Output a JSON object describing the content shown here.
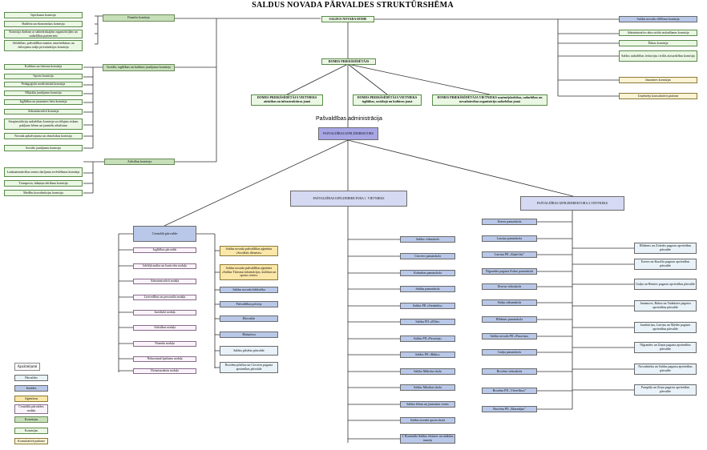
{
  "title": "SALDUS NOVADA   PĀRVALDES STRUKTŪRSHĒMA",
  "admin_label": "Pašvaldības administrācija",
  "top": {
    "dome": "SALDUS NOVADA DOME",
    "chair": "DOMES PRIEKŠSĒDĒTĀJS",
    "deputy1": "DOMES PRIEKŠSĒDĒTĀJA VIETNIEKS attīstības un infrastruktūras jomā",
    "deputy2": "DOMES PRIEKŠSĒDĒTĀJA VIETNIEKS izglītības, sociālajā un kultūras jomā",
    "deputy3": "DOMES PRIEKŠSĒDĒTĀJA VIETNIEKS uzņēmējdarbības, sadarbības un novadniecības organizāciju sadarbības jomā",
    "exec": "PAŠVALDĪBAS IZPILDDIREKTORS",
    "exec_dep1": "PAŠVALDĪBAS IZPILDDIREKTORA 1. VIETNIEKS",
    "exec_dep2": "PAŠVALDĪBAS IZPILDDIREKTORA 2.VIETNIEKS"
  },
  "committees": {
    "finance": "Finanšu komiteja",
    "social": "Sociālo, izglītības un kultūras jautājumu komiteja",
    "development": "Attīstības komiteja"
  },
  "finance_commissions": [
    "Iepirkumu komisija",
    "Budžeta un ekonomikas komisija",
    "Komisija darbam ar sabiedriskajām organizācijām un sadarbības partneriem",
    "Atlīdzības, pašvaldības mantas atsavināšanas un dzīvojamo māju privatizācijas komisija"
  ],
  "social_commissions": [
    "Kultūras un tūrisma komisija",
    "Sporta komisija",
    "Pedagoģiski medicīniskā komisija",
    "Mājokļu jautājumu komisija",
    "Izglītības un jaunatnes lietu komisija",
    "Administratīvā komisija",
    "Starpinstitūciju sadarbības komisija sociālajam riskam pakļauto bērnu un jauniešu atbalstam",
    "Novada apbalvojuma un zīmolsikas komisija",
    "Sociālo jautājumu komisija"
  ],
  "development_commissions": [
    "Lauksaimniecības zemes darījumu izvērtēšanas komisija",
    "Transporta, ūdeņiņu derīšana komisija",
    "Medību koordinācijas komisija"
  ],
  "right_commissions": [
    "Saldus novada vēlēšanu komisija",
    "Administratīvo aktu strīdu izskatīšanas komisija",
    "Ētikas komisija",
    "Saldus sadarbības teritorijas civilās aizsardzības komisija"
  ],
  "right_boards": [
    "Jaunatnes komisijas",
    "Uzņēmēju konsultatīvā padome"
  ],
  "left_col_head": "Centrālā pārvalde",
  "left_col": [
    "Izglītības pārvalde",
    "Iekšējā audita un kontroles nodaļa",
    "Administratīvā nodaļa",
    "Lietvedības un personāla nodaļa",
    "Juridiskā nodaļa",
    "Attīstības nodaļa",
    "Finanšu nodaļa",
    "Nekustamā īpašuma nodaļa",
    "Dzimtsarakstu nodaļa"
  ],
  "mid_col": [
    {
      "text": "Saldus novada pašvaldības aģentūra «Sociālais dienests»",
      "kind": "yellow"
    },
    {
      "text": "Saldus novada pašvaldības aģentūra «Saldus Tūrisma informācijas, kultūras un sporta centrs»",
      "kind": "yellow"
    },
    {
      "text": "Saldus novada bibliotēka",
      "kind": "blue"
    },
    {
      "text": "Pašvaldības policija",
      "kind": "blue"
    },
    {
      "text": "Būvvalde",
      "kind": "blue"
    },
    {
      "text": "Bāriņtiesa",
      "kind": "blue"
    },
    {
      "text": "Saldus pilsētas pārvalde",
      "kind": "pale"
    },
    {
      "text": "Brocēnu pilsētas un Cieceres pagasta apvienības pārvalde",
      "kind": "pale"
    }
  ],
  "deputy1_col": [
    "Saldus vidusskola",
    "Cieceres pamatskola",
    "Kalnsētas pamatskola",
    "Saldus pamatskola",
    "Saldus PII «Sienāzītis»",
    "Saldus PII «Zīlīte»",
    "Saldus PII «Pasaciņa»",
    "Saldus PII «Rūķis»",
    "Saldus Mākslas skola",
    "Saldus Mūzikas skola",
    "Saldus bērnu un jaunatnes centrs",
    "Saldus novada sporta skola",
    "J. Rozentāla Saldus vēstures un mākslas muzejs"
  ],
  "deputy2_col": [
    "Ezeres pamatskola",
    "Lutriņu pamatskola",
    "Lutriņu PII „Kāpēcītis”",
    "Nīgrandes pagasta Kalnu pamatskola",
    "Druvas vidusskola",
    "Striķu sākumskola",
    "Blīdenes pamatskola",
    "Saldus novada PII «Pasaciņa»",
    "Gaiķu pamatskola",
    "Brocēnu vidusskola",
    "Brocēnu PII „Vāverīšuzs”",
    "Brocēnu PII „Mazmājas”"
  ],
  "far_right_col": [
    "Blīdenes un Zvārdes pagastu apvienības pārvalde",
    "Ezeres un Kursīšu pagastu apvienības pārvalde",
    "Gaiķu un Remtes pagastu apvienības pārvalde",
    "Jaunauces, Rubas un Vadakstes pagastu apvienības pārvalde",
    "Jaunlutriņu, Lutriņu un Šķēdes pagastu apvienības pārvalde",
    "Nīgrandes un Zaņas pagastu apvienības pārvalde",
    "Novadnieku un Saldus pagastu apvienības pārvalde",
    "Pampāļu un Zirņu pagastu apvienības pārvalde"
  ],
  "legend": {
    "title": "Apzīmējumi",
    "items": [
      {
        "label": "Pārvaldes",
        "kind": "pale"
      },
      {
        "label": "Iestādes",
        "kind": "blue"
      },
      {
        "label": "Aģentūras",
        "kind": "yellow"
      },
      {
        "label": "Centrālās pārvaldes nodaļa",
        "kind": "pinkw"
      },
      {
        "label": "Komitejas",
        "kind": "green"
      },
      {
        "label": "Komisijas",
        "kind": "lgreen"
      },
      {
        "label": "Konsultatīvā padome",
        "kind": "cream"
      }
    ]
  }
}
